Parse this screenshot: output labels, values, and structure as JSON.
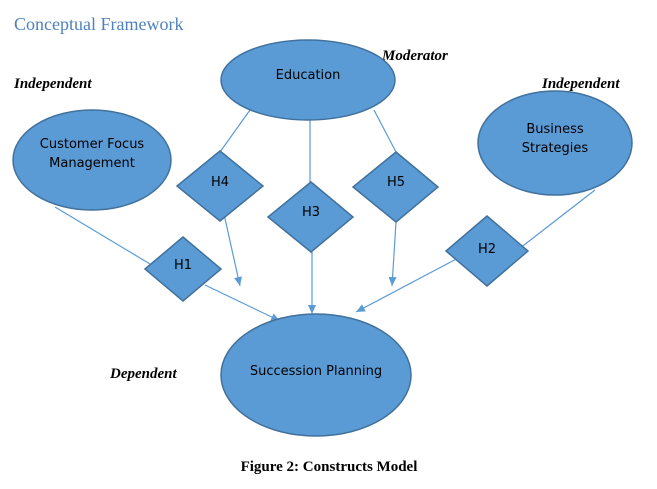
{
  "heading": "Conceptual Framework",
  "labels": {
    "moderator": "Moderator",
    "independent_left": "Independent",
    "independent_right": "Independent",
    "dependent": "Dependent"
  },
  "nodes": {
    "education": "Education",
    "customer_focus": [
      "Customer Focus",
      "Management"
    ],
    "business_strategies": [
      "Business",
      "Strategies"
    ],
    "succession_planning": "Succession Planning"
  },
  "hypotheses": {
    "h1": "H1",
    "h2": "H2",
    "h3": "H3",
    "h4": "H4",
    "h5": "H5"
  },
  "caption": "Figure 2: Constructs Model",
  "colors": {
    "shape_fill": "#5b9bd5",
    "shape_stroke": "#41719c",
    "heading": "#4f81bd"
  }
}
